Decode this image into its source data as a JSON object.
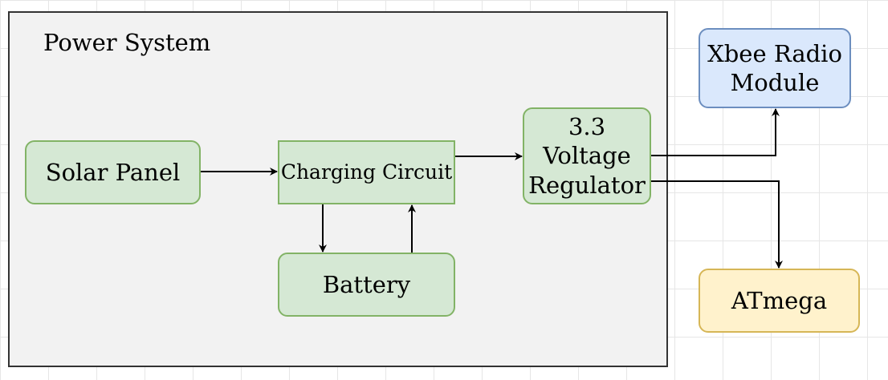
{
  "group": {
    "title": "Power System"
  },
  "nodes": {
    "solar_panel": "Solar Panel",
    "charging_circuit": "Charging Circuit",
    "battery": "Battery",
    "regulator": [
      "3.3",
      "Voltage",
      "Regulator"
    ],
    "xbee": [
      "Xbee Radio",
      "Module"
    ],
    "atmega": "ATmega"
  },
  "colors": {
    "power_fill": "#f2f2f2",
    "power_border": "#333333",
    "green_fill": "#d5e8d4",
    "green_border": "#82b366",
    "blue_fill": "#dae8fc",
    "blue_border": "#6c8ebf",
    "yellow_fill": "#fff2cc",
    "yellow_border": "#d6b656",
    "arrow": "#000000"
  }
}
